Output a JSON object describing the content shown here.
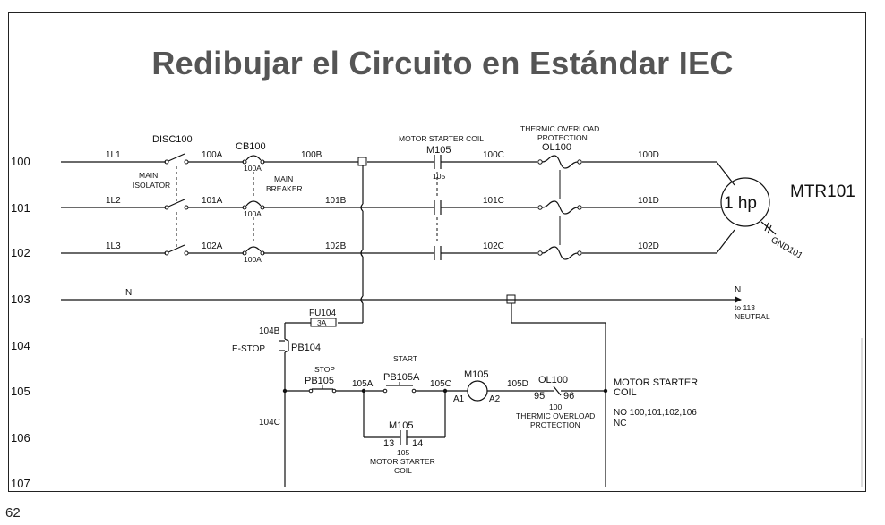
{
  "title": "Redibujar el Circuito en Estándar IEC",
  "page_number": "62",
  "rungs": [
    "100",
    "101",
    "102",
    "103",
    "104",
    "105",
    "106",
    "107"
  ],
  "lines": [
    "1L1",
    "1L2",
    "1L3",
    "N"
  ],
  "wires": {
    "w100A": "100A",
    "w101A": "101A",
    "w102A": "102A",
    "w100B": "100B",
    "w101B": "101B",
    "w102B": "102B",
    "w100C": "100C",
    "w101C": "101C",
    "w102C": "102C",
    "w100D": "100D",
    "w101D": "101D",
    "w102D": "102D",
    "w104B": "104B",
    "w104C": "104C",
    "w105A": "105A",
    "w105C": "105C",
    "w105D": "105D"
  },
  "disconnect": {
    "tag": "DISC100",
    "desc_1": "MAIN",
    "desc_2": "ISOLATOR"
  },
  "breaker": {
    "tag": "CB100",
    "rating": "100A",
    "desc_1": "MAIN",
    "desc_2": "BREAKER"
  },
  "motor_starter_top": {
    "desc": "MOTOR STARTER COIL",
    "tag": "M105",
    "ref": "105"
  },
  "overload_top": {
    "desc_1": "THERMIC OVERLOAD",
    "desc_2": "PROTECTION",
    "tag": "OL100"
  },
  "motor": {
    "rating": "1 hp",
    "tag": "MTR101",
    "ground": "GND101"
  },
  "neutral": {
    "label": "N",
    "to": "to 113",
    "desc": "NEUTRAL"
  },
  "fuse": {
    "tag": "FU104",
    "rating": "3A"
  },
  "estop": {
    "desc": "E-STOP",
    "tag": "PB104"
  },
  "stop_btn": {
    "desc": "STOP",
    "tag": "PB105"
  },
  "start_btn": {
    "desc": "START",
    "tag": "PB105A"
  },
  "coil": {
    "tag": "M105",
    "a1": "A1",
    "a2": "A2"
  },
  "ol_contact": {
    "tag": "OL100",
    "t1": "95",
    "t2": "96",
    "ref": "100",
    "desc_1": "THERMIC OVERLOAD",
    "desc_2": "PROTECTION"
  },
  "coil_desc": {
    "line_1": "MOTOR STARTER",
    "line_2": "COIL",
    "no": "NO 100,101,102,106",
    "nc": "NC"
  },
  "seal_in": {
    "tag": "M105",
    "t1": "13",
    "t2": "14",
    "ref": "105",
    "desc_1": "MOTOR STARTER",
    "desc_2": "COIL"
  }
}
